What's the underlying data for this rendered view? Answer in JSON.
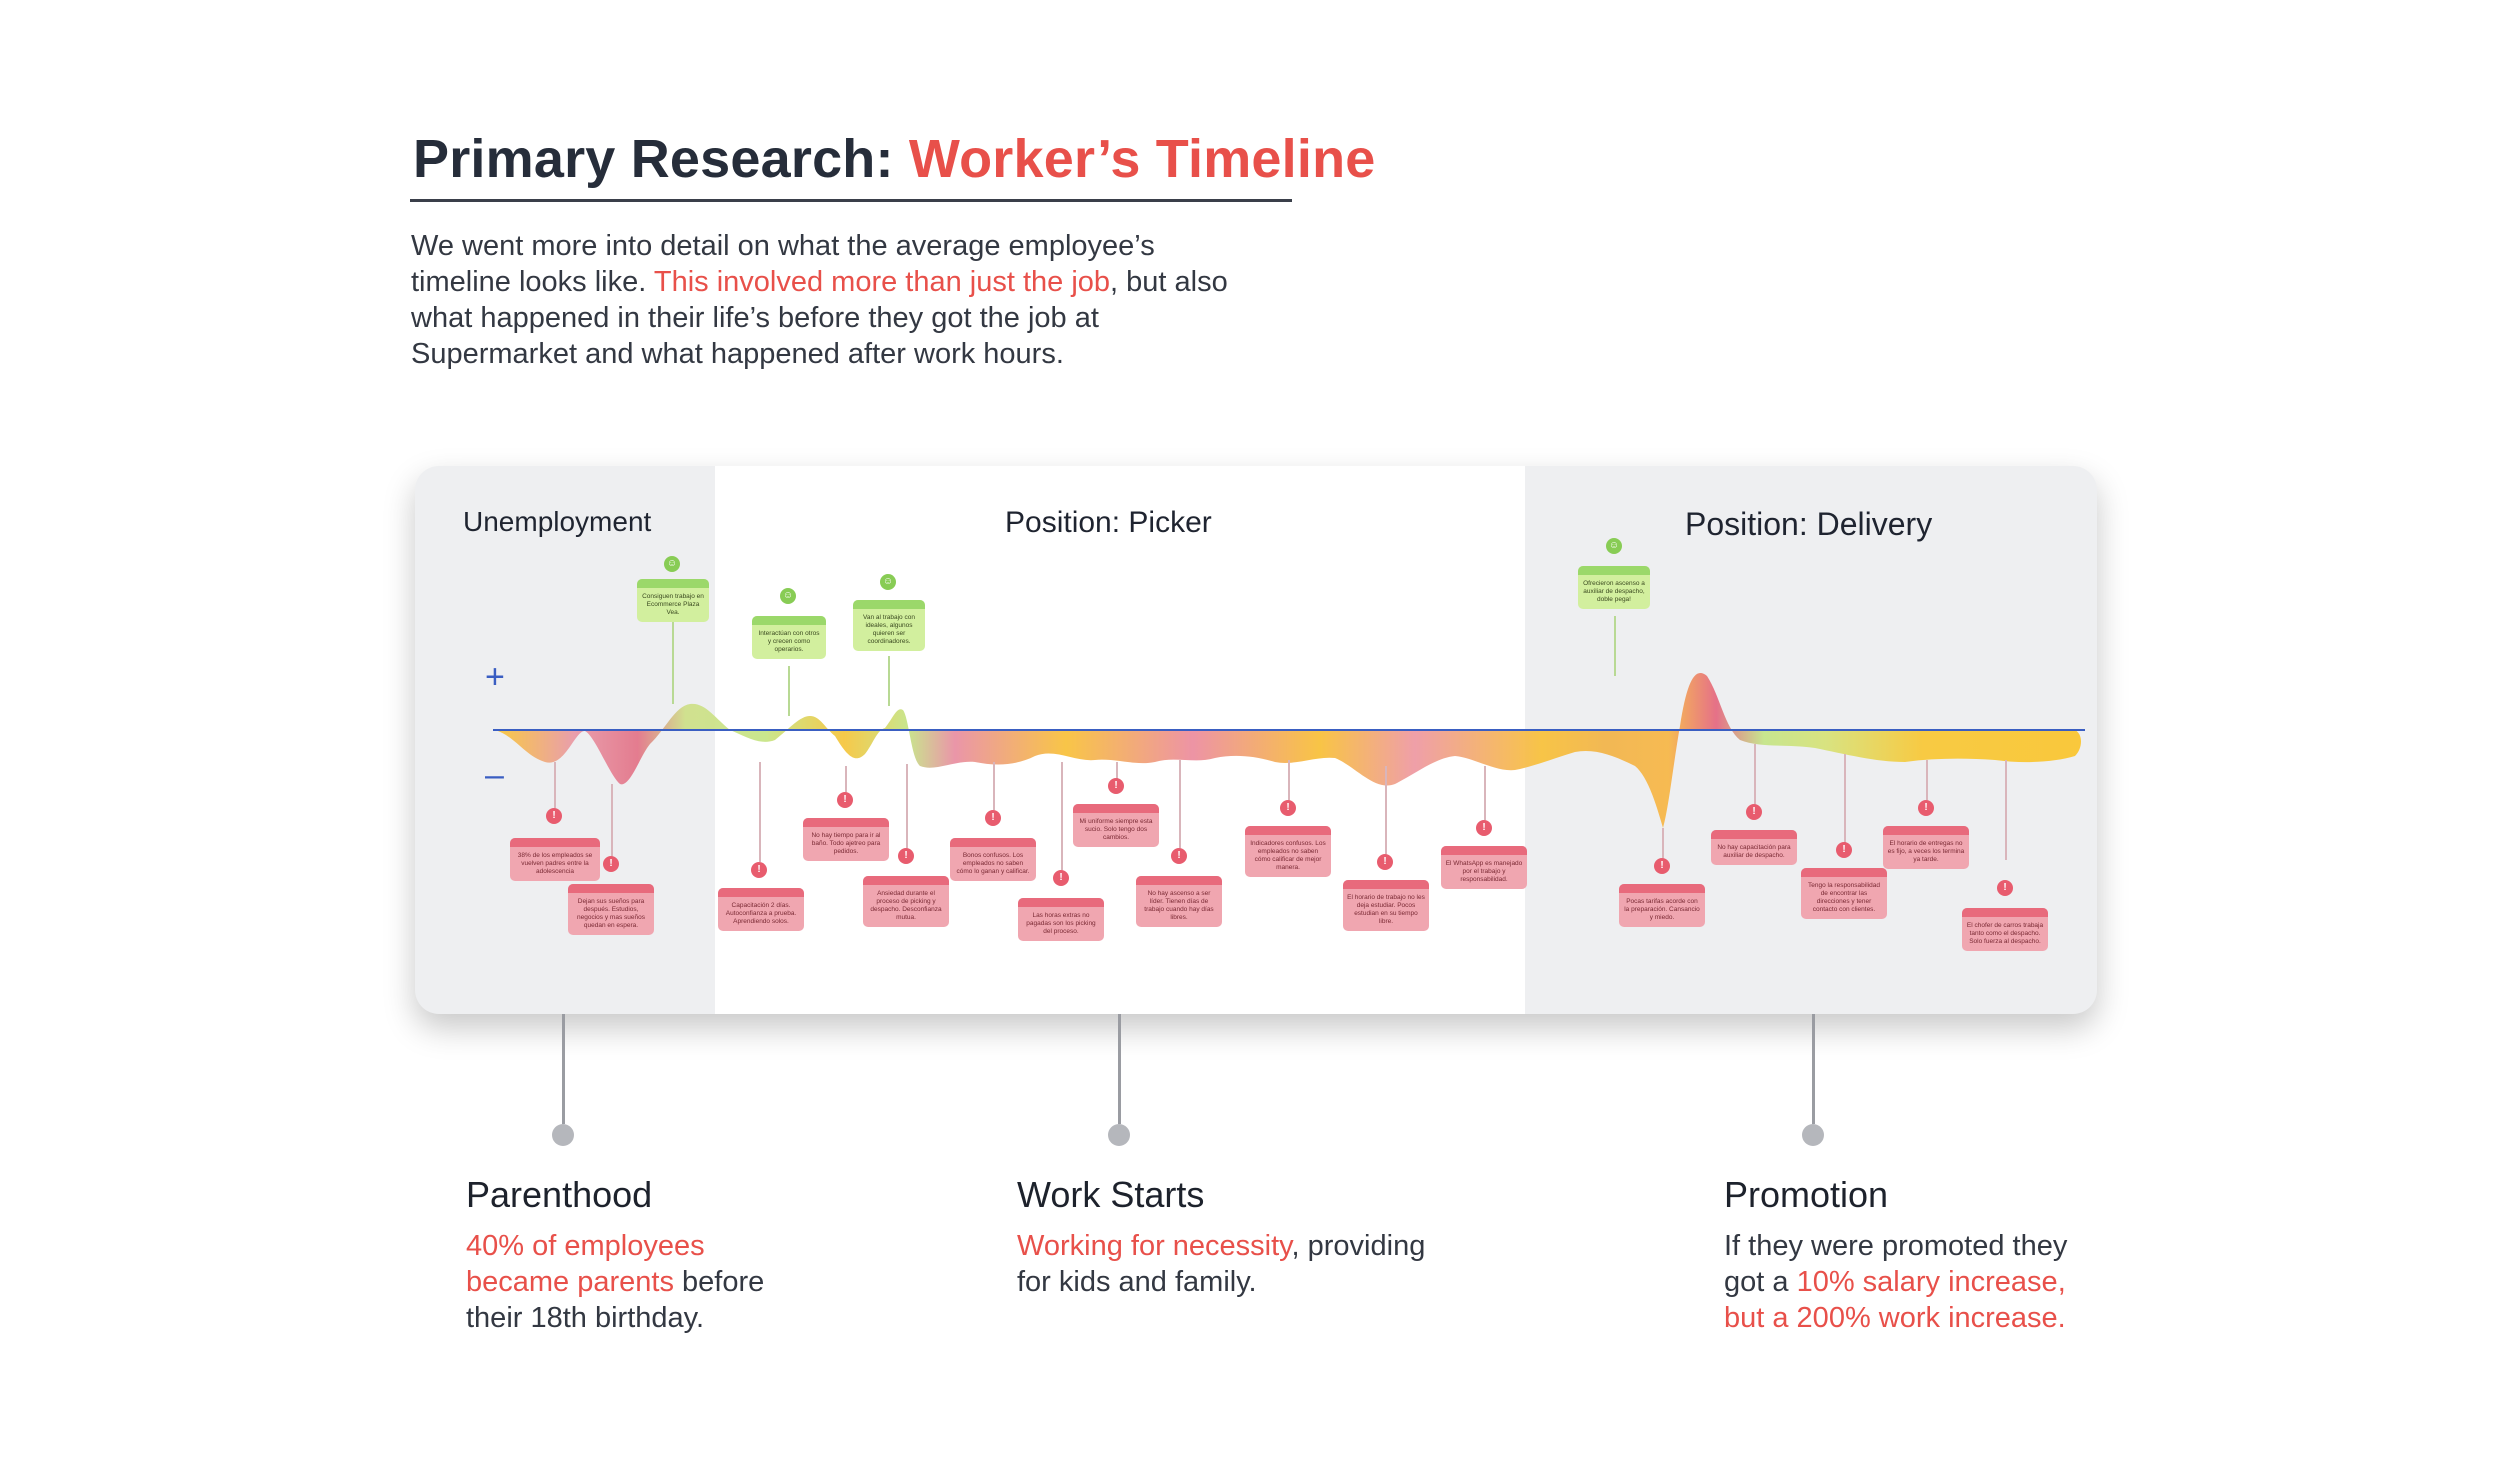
{
  "header": {
    "title_prefix": "Primary Research: ",
    "title_accent": "Worker’s Timeline",
    "intro_a": "We went more into detail on what the average employee’s timeline looks like. ",
    "intro_highlight": "This involved more than just the job",
    "intro_b": ", but also what happened in their life’s before they got the job at Supermarket and what happened after work hours."
  },
  "timeline": {
    "sections": [
      "Unemployment",
      "Position: Picker",
      "Position: Delivery"
    ],
    "plus_label": "+",
    "minus_label": "–",
    "positive_notes": [
      "Consiguen trabajo en Ecommerce Plaza Vea.",
      "Interactúan con otros y crecen como operarios.",
      "Van al trabajo con ideales, algunos quieren ser coordinadores.",
      "Ofrecieron ascenso a auxiliar de despacho, doble pega!"
    ],
    "negative_notes": [
      "38% de los empleados se vuelven padres entre la adolescencia",
      "Dejan sus sueños para después. Estudios, negocios y mas sueños quedan en espera.",
      "Capacitación 2 días. Autoconfianza a prueba. Aprendiendo solos.",
      "No hay tiempo para ir al baño. Todo ajetreo para pedidos.",
      "Ansiedad durante el proceso de picking y despacho. Desconfianza mutua.",
      "Bonos confusos. Los empleados no saben cómo lo ganan y calificar.",
      "Las horas extras no pagadas son los picking del proceso.",
      "Mi uniforme siempre esta sucio. Solo tengo dos cambios.",
      "No hay ascenso a ser líder. Tienen días de trabajo cuando hay días libres.",
      "Indicadores confusos. Los empleados no saben cómo calificar de mejor manera.",
      "El horario de trabajo no les deja estudiar. Pocos estudian en su tiempo libre.",
      "El WhatsApp es manejado por el trabajo y responsabilidad.",
      "Pocas tarifas acorde con la preparación. Cansancio y miedo.",
      "No hay capacitación para auxiliar de despacho.",
      "Tengo la responsabilidad de encontrar las direcciones y tener contacto con clientes.",
      "El horario de entregas no es fijo, a veces los termina ya tarde.",
      "El chofer de carros trabaja tanto como el despacho. Solo fuerza al despacho."
    ]
  },
  "milestones": [
    {
      "title": "Parenthood",
      "highlight": "40% of employees became parents",
      "rest": " before their 18th birthday."
    },
    {
      "title": "Work Starts",
      "highlight": "Working for necessity",
      "rest": ", providing for kids and family."
    },
    {
      "title": "Promotion",
      "lead": "If they were promoted they got a ",
      "highlight": "10% salary increase, but a 200% work increase."
    }
  ],
  "colors": {
    "accent": "#e8504a",
    "positive": "#9bd86a",
    "negative": "#e86a7c",
    "wave_yellow": "#f9c83a",
    "baseline": "#3a5ec2"
  }
}
